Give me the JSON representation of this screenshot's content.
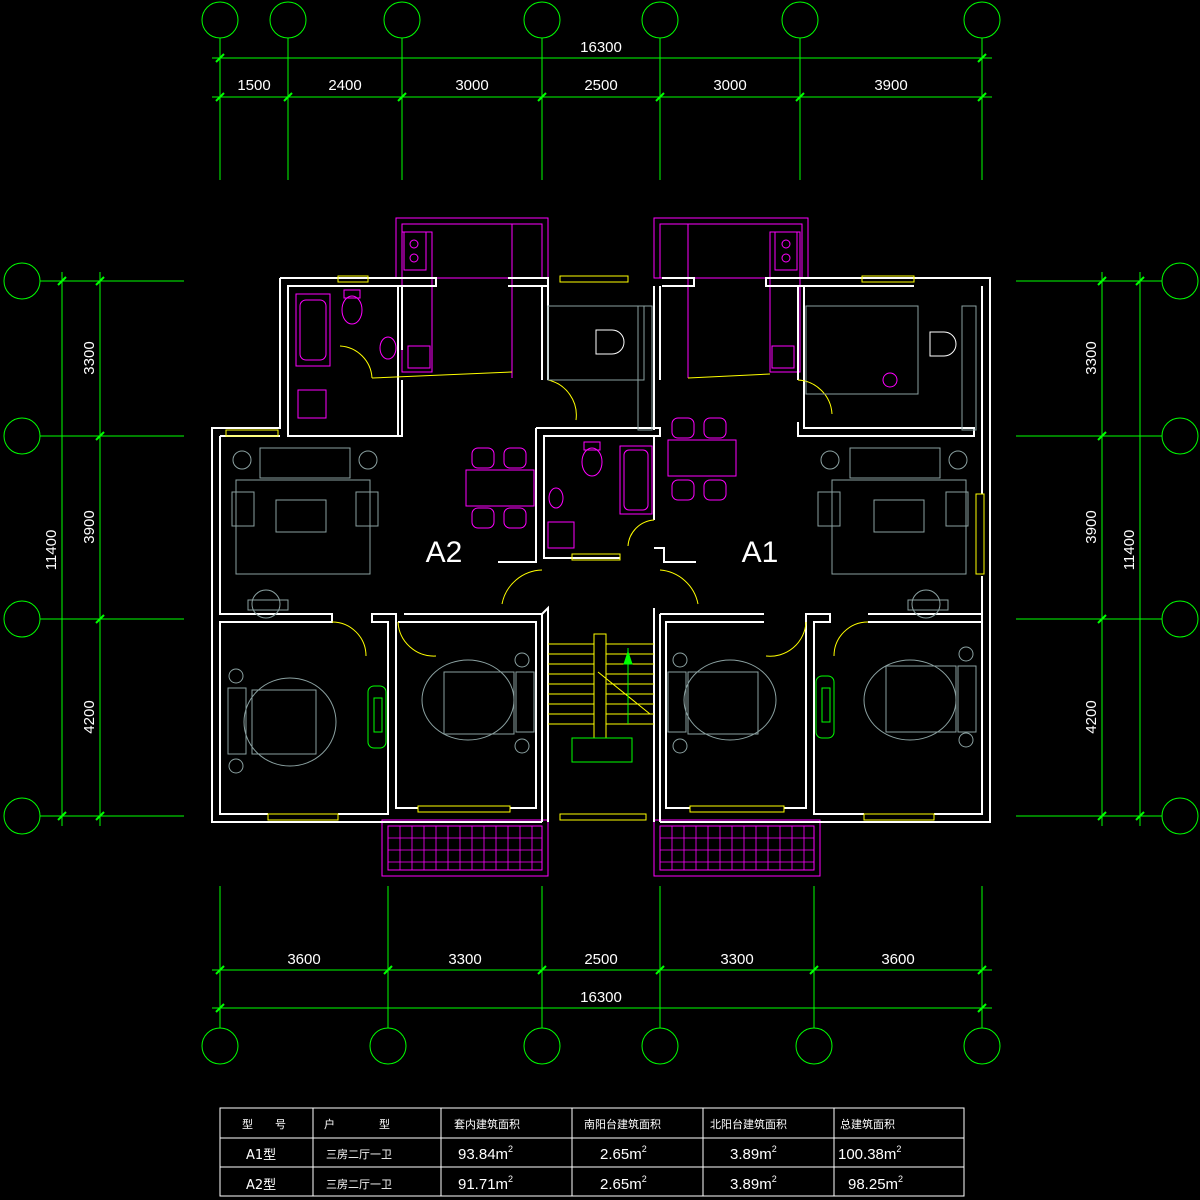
{
  "dimensions": {
    "top_total": "16300",
    "top_segments": [
      "1500",
      "2400",
      "3000",
      "2500",
      "3000",
      "3900"
    ],
    "bottom_segments": [
      "3600",
      "3300",
      "2500",
      "3300",
      "3600"
    ],
    "bottom_total": "16300",
    "left_segments": [
      "3300",
      "3900",
      "4200"
    ],
    "left_total": "11400",
    "right_segments": [
      "3300",
      "3900",
      "4200"
    ],
    "right_total": "11400"
  },
  "units": {
    "left": "A2",
    "right": "A1"
  },
  "table": {
    "headers": [
      "型　　号",
      "户　　　　型",
      "套内建筑面积",
      "南阳台建筑面积",
      "北阳台建筑面积",
      "总建筑面积"
    ],
    "rows": [
      {
        "type": "A1型",
        "layout": "三房二厅一卫",
        "inner": "93.84",
        "south": "2.65",
        "north": "3.89",
        "total": "100.38"
      },
      {
        "type": "A2型",
        "layout": "三房二厅一卫",
        "inner": "91.71",
        "south": "2.65",
        "north": "3.89",
        "total": "98.25"
      }
    ],
    "area_unit": "m",
    "area_unit_sup": "2"
  },
  "colors": {
    "background": "#000000",
    "grid": "#00ff00",
    "wall": "#ffffff",
    "balcony": "#ff00ff",
    "furniture": "#7f9f9f",
    "door": "#ffff00",
    "text": "#ffffff"
  }
}
